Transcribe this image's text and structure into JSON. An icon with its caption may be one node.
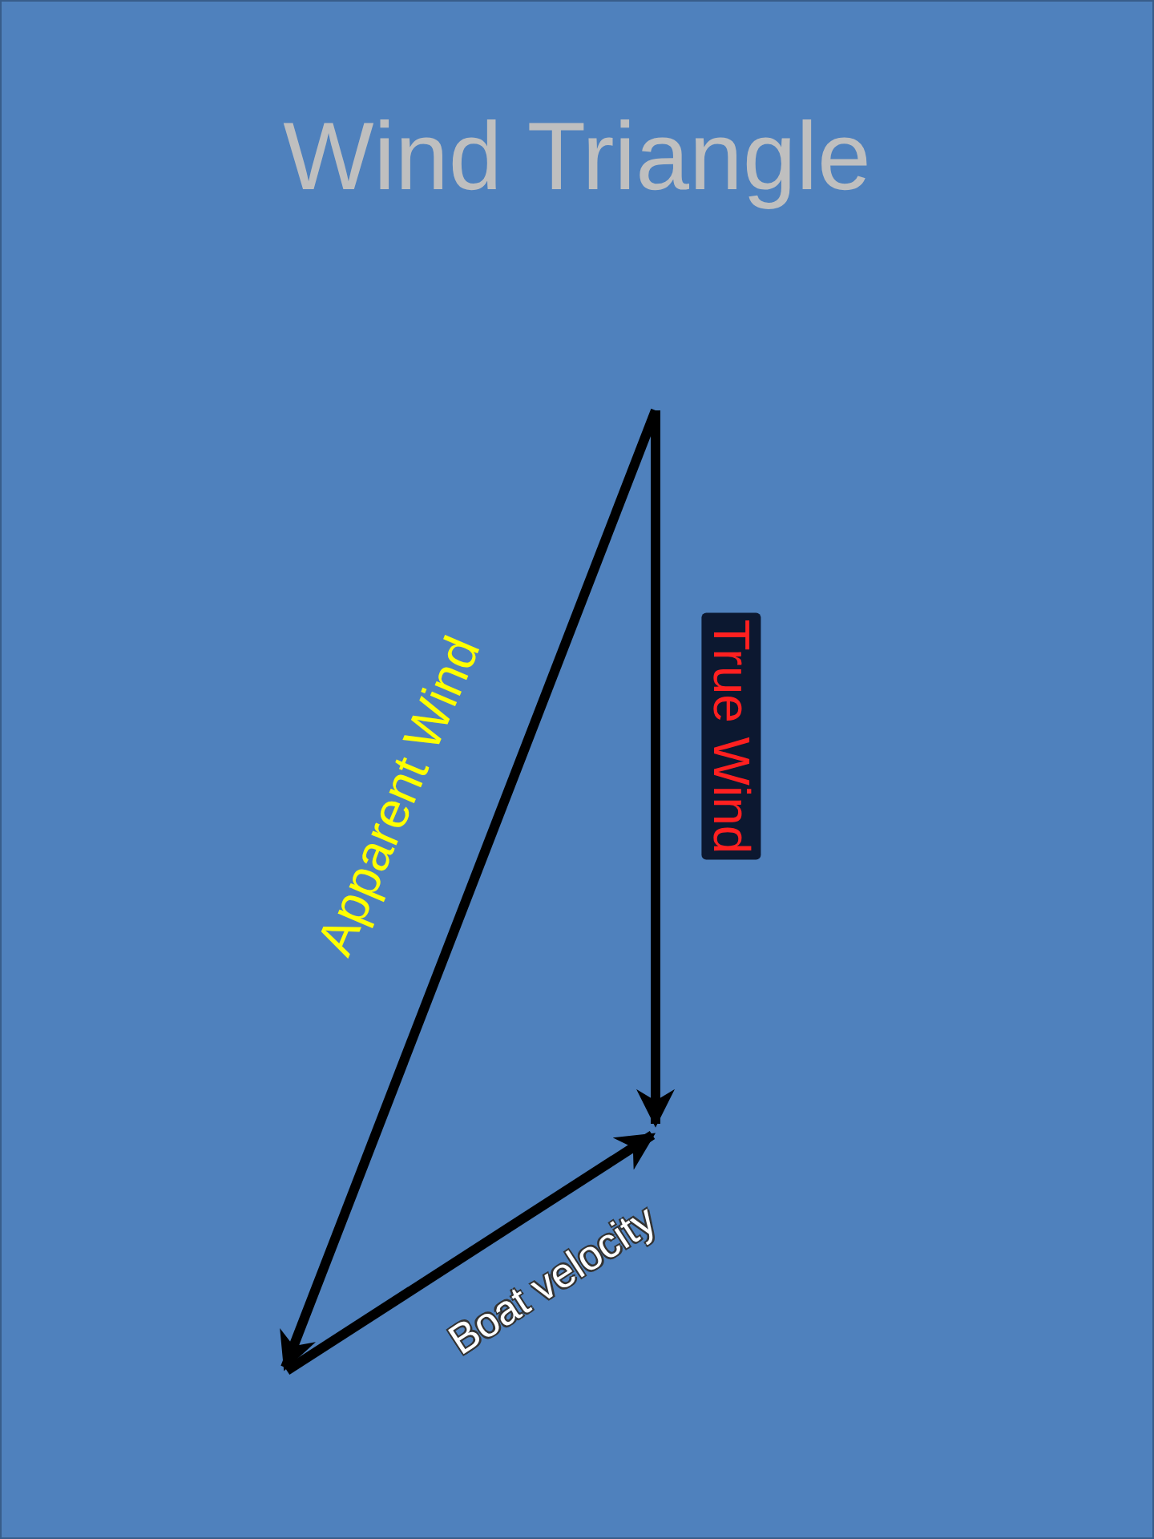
{
  "diagram": {
    "title": "Wind Triangle",
    "labels": [
      "Apparent Wind",
      "True Wind",
      "Boat velocity"
    ]
  }
}
